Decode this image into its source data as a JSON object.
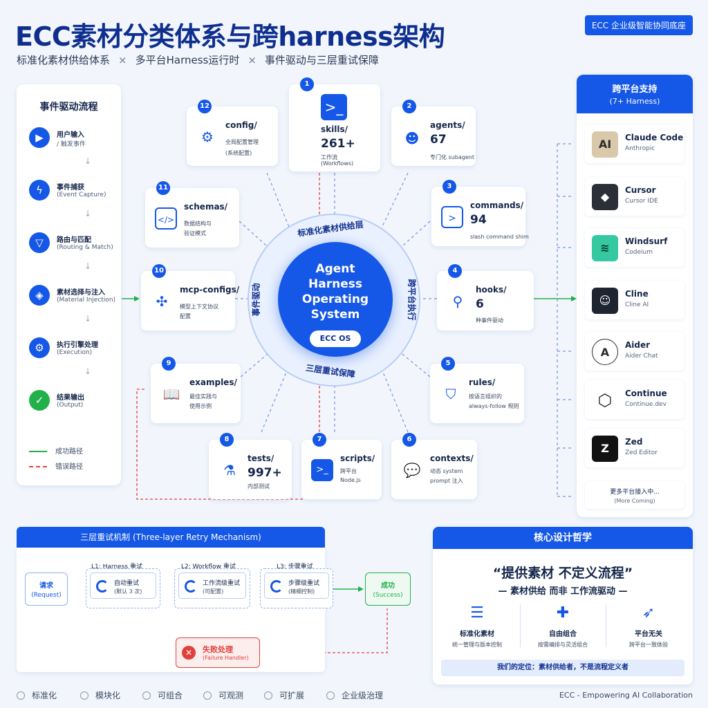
{
  "header": {
    "title": "ECC素材分类体系与跨harness架构",
    "subtitle_parts": [
      "标准化素材供给体系",
      "多平台Harness运行时",
      "事件驱动与三层重试保障"
    ],
    "separator": "×",
    "badge": "ECC 企业级智能协同底座"
  },
  "flow": {
    "title": "事件驱动流程",
    "steps": [
      {
        "t1": "用户输入",
        "t2": "/ 触发事件",
        "icon": "play-icon"
      },
      {
        "t1": "事件捕获",
        "t2": "(Event Capture)",
        "icon": "lightning-icon"
      },
      {
        "t1": "路由与匹配",
        "t2": "(Routing & Match)",
        "icon": "filter-icon"
      },
      {
        "t1": "素材选择与注入",
        "t2": "(Material Injection)",
        "icon": "cube-icon"
      },
      {
        "t1": "执行引擎处理",
        "t2": "(Execution)",
        "icon": "gear-icon"
      },
      {
        "t1": "结果输出",
        "t2": "(Output)",
        "icon": "check-icon"
      }
    ],
    "arrow": "↓",
    "legend_success": "成功路径",
    "legend_error": "错误路径"
  },
  "modules": [
    {
      "num": "1",
      "name": "skills/",
      "big": "261+",
      "d1": "工作流",
      "d2": "(Workflows)",
      "icon": "terminal-icon"
    },
    {
      "num": "2",
      "name": "agents/",
      "big": "67",
      "d1": "专门化 subagent",
      "d2": "",
      "icon": "robot-icon"
    },
    {
      "num": "3",
      "name": "commands/",
      "big": "94",
      "d1": "slash command shim",
      "d2": "",
      "icon": "command-icon"
    },
    {
      "num": "4",
      "name": "hooks/",
      "big": "6",
      "d1": "种事件驱动",
      "d2": "",
      "icon": "hook-icon"
    },
    {
      "num": "5",
      "name": "rules/",
      "big": "",
      "d1": "按语言组织的",
      "d2": "always-follow 规则",
      "icon": "shield-icon"
    },
    {
      "num": "6",
      "name": "contexts/",
      "big": "",
      "d1": "动态 system",
      "d2": "prompt 注入",
      "icon": "chat-icon"
    },
    {
      "num": "7",
      "name": "scripts/",
      "big": "",
      "d1": "跨平台",
      "d2": "Node.js",
      "icon": "script-icon"
    },
    {
      "num": "8",
      "name": "tests/",
      "big": "997+",
      "d1": "内部测试",
      "d2": "",
      "icon": "flask-icon"
    },
    {
      "num": "9",
      "name": "examples/",
      "big": "",
      "d1": "最佳实践与",
      "d2": "使用示例",
      "icon": "book-icon"
    },
    {
      "num": "10",
      "name": "mcp-configs/",
      "big": "",
      "d1": "模型上下文协议",
      "d2": "配置",
      "icon": "network-icon"
    },
    {
      "num": "11",
      "name": "schemas/",
      "big": "",
      "d1": "数据结构与",
      "d2": "验证模式",
      "icon": "code-icon"
    },
    {
      "num": "12",
      "name": "config/",
      "big": "",
      "d1": "全局配置管理",
      "d2": "(系统配置)",
      "icon": "gear-icon"
    }
  ],
  "core": {
    "line1": "Agent",
    "line2": "Harness",
    "line3": "Operating",
    "line4": "System",
    "badge": "ECC OS",
    "ring_top": "标准化素材供给层",
    "ring_bottom": "三层重试保障",
    "ring_left": "事件驱动",
    "ring_right": "跨平台执行"
  },
  "platforms": {
    "title": "跨平台支持",
    "subtitle": "(7+ Harness)",
    "items": [
      {
        "name": "Claude Code",
        "sub": "Anthropic",
        "logo": "AI",
        "bg": "#d9c9aa",
        "fg": "#2b2b2b"
      },
      {
        "name": "Cursor",
        "sub": "Cursor IDE",
        "logo": "◆",
        "bg": "#2b2f38",
        "fg": "#ffffff"
      },
      {
        "name": "Windsurf",
        "sub": "Codeium",
        "logo": "≋",
        "bg": "#34c9a0",
        "fg": "#0b3d30"
      },
      {
        "name": "Cline",
        "sub": "Cline AI",
        "logo": "☺",
        "bg": "#1e2430",
        "fg": "#ffffff"
      },
      {
        "name": "Aider",
        "sub": "Aider Chat",
        "logo": "A",
        "bg": "#ffffff",
        "fg": "#2b2b2b"
      },
      {
        "name": "Continue",
        "sub": "Continue.dev",
        "logo": "⬡",
        "bg": "#ffffff",
        "fg": "#1e2430"
      },
      {
        "name": "Zed",
        "sub": "Zed Editor",
        "logo": "Z",
        "bg": "#111111",
        "fg": "#ffffff"
      }
    ],
    "more_1": "更多平台接入中...",
    "more_2": "(More Coming)"
  },
  "retry": {
    "title": "三层重试机制 (Three-layer Retry Mechanism)",
    "request": "请求",
    "request_en": "(Request)",
    "success": "成功",
    "success_en": "(Success)",
    "levels": [
      {
        "label": "L1: Harness 重试",
        "a": "自动重试",
        "b": "(默认 3 次)"
      },
      {
        "label": "L2: Workflow 重试",
        "a": "工作流级重试",
        "b": "(可配置)"
      },
      {
        "label": "L3: 步骤重试",
        "a": "步骤级重试",
        "b": "(精细控制)"
      }
    ],
    "failure": "失败处理",
    "failure_en": "(Failure Handler)"
  },
  "philosophy": {
    "title": "核心设计哲学",
    "quote": "“提供素材 不定义流程”",
    "sub": "— 素材供给 而非 工作流驱动 —",
    "cols": [
      {
        "t": "标准化素材",
        "d": "统一管理与版本控制",
        "icon": "layers-icon"
      },
      {
        "t": "自由组合",
        "d": "按需编排与灵活组合",
        "icon": "puzzle-icon"
      },
      {
        "t": "平台无关",
        "d": "跨平台一致体验",
        "icon": "rocket-icon"
      }
    ],
    "position": "我们的定位：素材供给者，不是流程定义者"
  },
  "footer": {
    "items": [
      "标准化",
      "模块化",
      "可组合",
      "可观测",
      "可扩展",
      "企业级治理"
    ],
    "right": "ECC - Empowering AI Collaboration"
  },
  "colors": {
    "accent": "#1557e6",
    "success": "#22b04b",
    "error": "#e0413a"
  }
}
